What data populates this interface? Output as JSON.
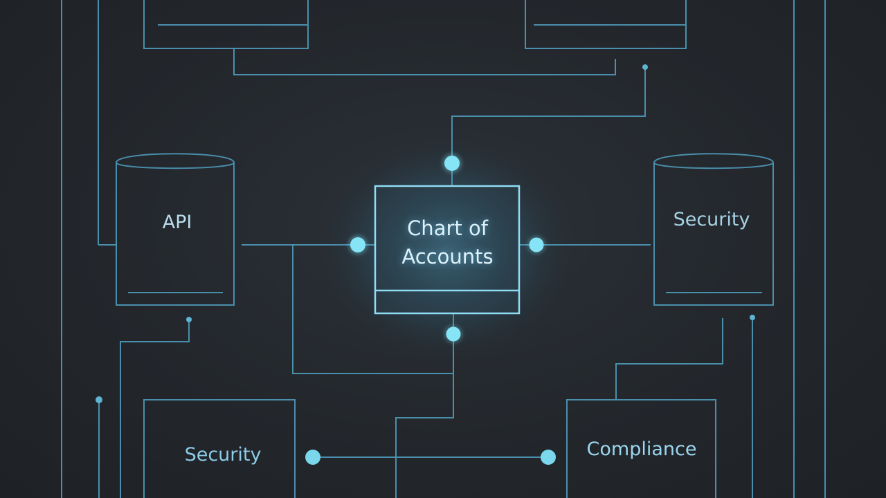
{
  "nodes": {
    "api": {
      "label": "API"
    },
    "security_right": {
      "label": "Security"
    },
    "center": {
      "line1": "Chart of",
      "line2": "Accounts"
    },
    "security_bottom": {
      "label": "Security"
    },
    "compliance": {
      "label": "Compliance"
    }
  },
  "colors": {
    "background": "#22262b",
    "line": "#4a8fac",
    "line_bright": "#6fc6e4",
    "node_dot": "#7fe3f7",
    "center_glow": "#8fe4ff"
  }
}
